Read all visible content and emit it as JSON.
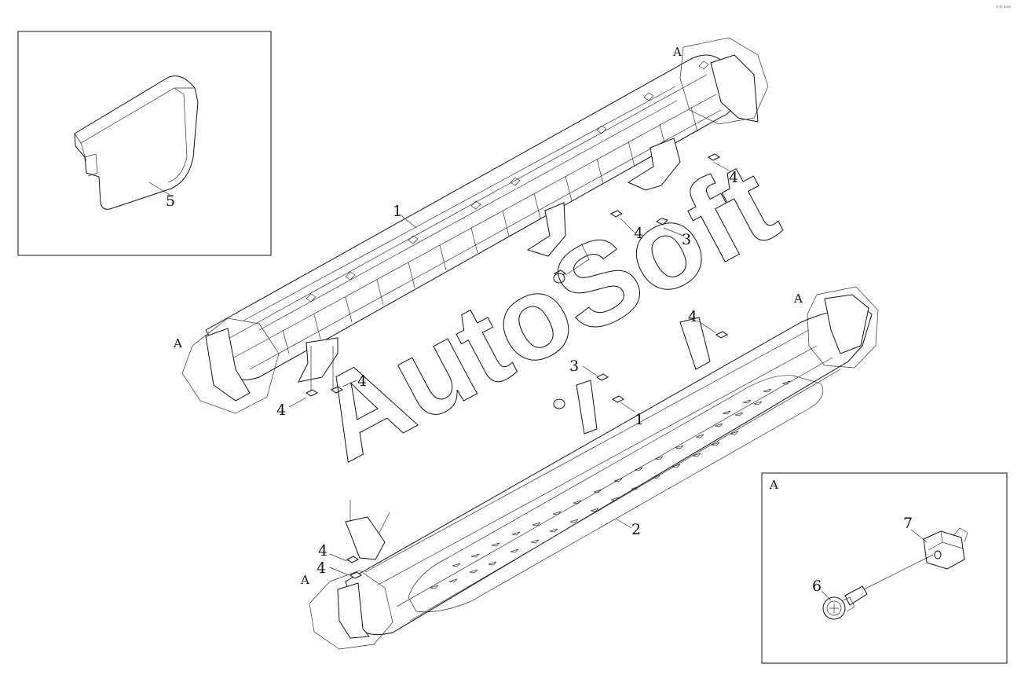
{
  "watermark": "AutoSoft",
  "corner_mark": "a-b aaa",
  "detail_label": "A",
  "callouts": {
    "part1_upper": "1",
    "part1_lower": "1",
    "part2": "2",
    "part3_upper": "3",
    "part3_lower": "3",
    "part4_upper_right": "4",
    "part4_upper_mid": "4",
    "part4_upper_left_a": "4",
    "part4_upper_left_b": "4",
    "part4_lower_top": "4",
    "part4_lower_left_a": "4",
    "part4_lower_left_b": "4",
    "part5": "5",
    "part6": "6",
    "part7": "7"
  },
  "colors": {
    "line": "#111111",
    "background": "#ffffff"
  }
}
